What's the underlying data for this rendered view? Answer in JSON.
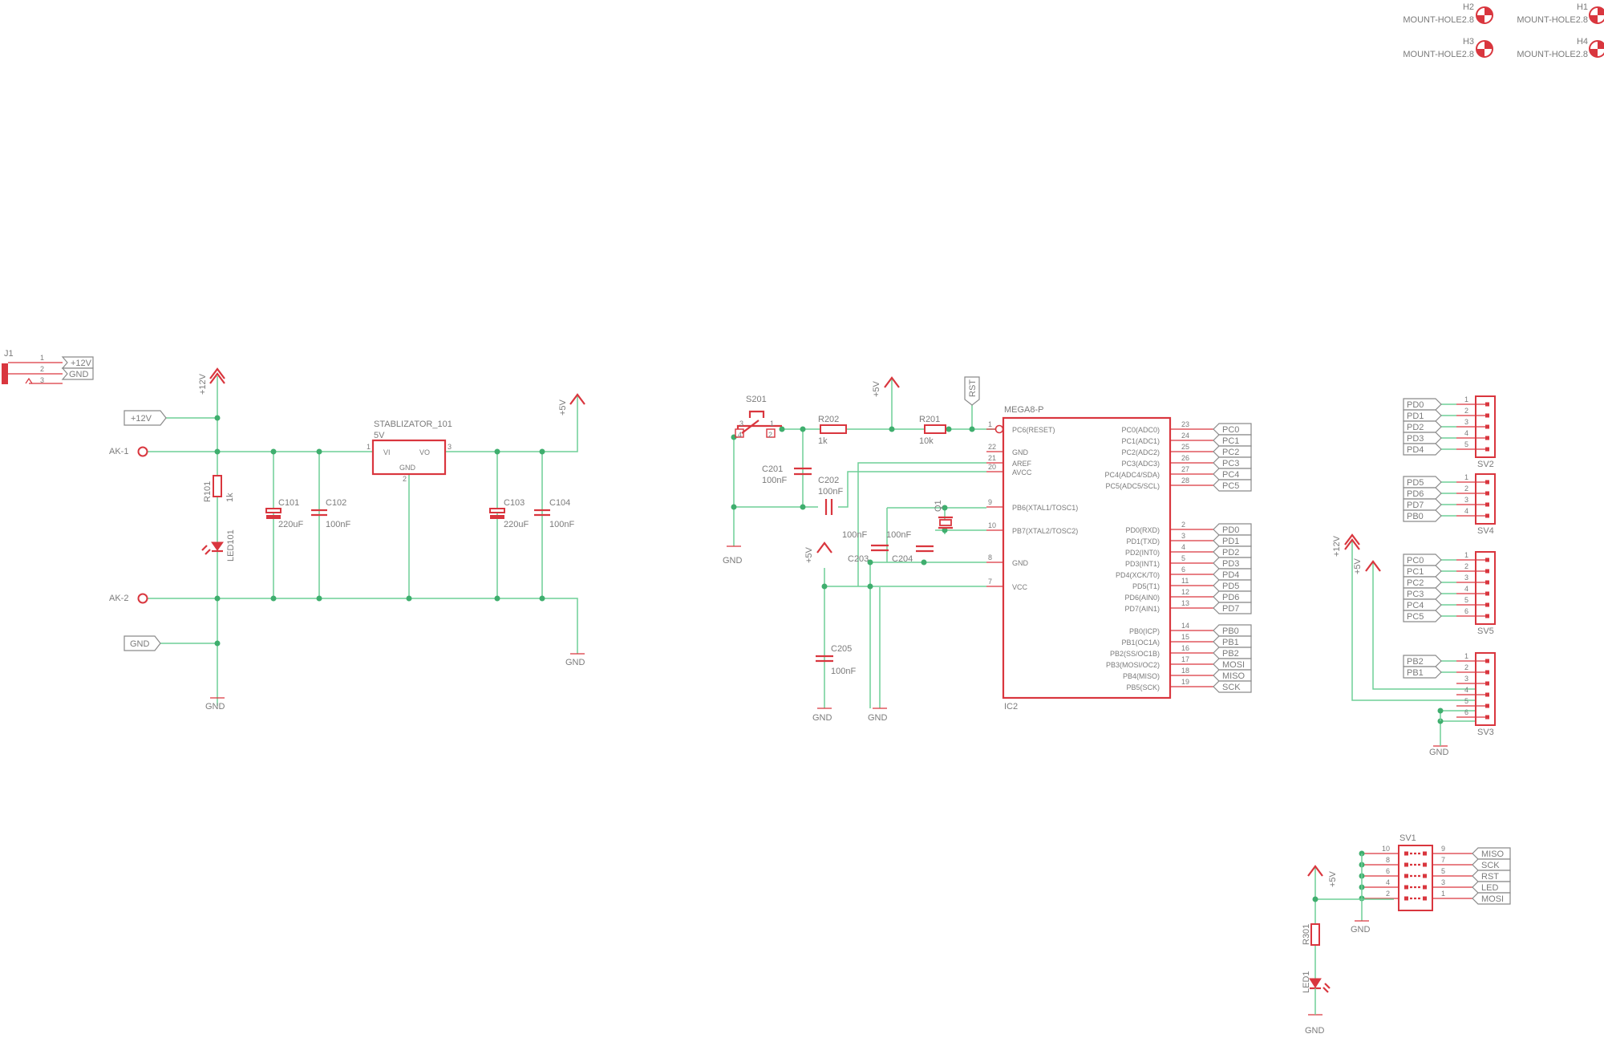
{
  "mount_holes": [
    {
      "ref": "H2",
      "value": "MOUNT-HOLE2.8"
    },
    {
      "ref": "H1",
      "value": "MOUNT-HOLE2.8"
    },
    {
      "ref": "H3",
      "value": "MOUNT-HOLE2.8"
    },
    {
      "ref": "H4",
      "value": "MOUNT-HOLE2.8"
    }
  ],
  "nets": {
    "p12": "+12V",
    "p5": "+5V",
    "gnd": "GND",
    "rst": "RST",
    "ak1": "AK-1",
    "ak2": "AK-2"
  },
  "j1": {
    "ref": "J1",
    "pins": [
      "1",
      "2",
      "3"
    ]
  },
  "power": {
    "r101": {
      "ref": "R101",
      "value": "1k"
    },
    "led101": {
      "ref": "LED101"
    },
    "c101": {
      "ref": "C101",
      "value": "220uF"
    },
    "c102": {
      "ref": "C102",
      "value": "100nF"
    },
    "c103": {
      "ref": "C103",
      "value": "220uF"
    },
    "c104": {
      "ref": "C104",
      "value": "100nF"
    },
    "reg": {
      "ref": "STABLIZATOR_101",
      "value": "5V",
      "vi": "VI",
      "vo": "VO",
      "gnd": "GND",
      "pin1": "1",
      "pin2": "2",
      "pin3": "3"
    }
  },
  "mcu_area": {
    "s201": {
      "ref": "S201",
      "pins": [
        "3",
        "1",
        "4",
        "2"
      ]
    },
    "r202": {
      "ref": "R202",
      "value": "1k"
    },
    "r201": {
      "ref": "R201",
      "value": "10k"
    },
    "c201": {
      "ref": "C201",
      "value": "100nF"
    },
    "c202": {
      "ref": "C202",
      "value": "100nF"
    },
    "c203": {
      "ref": "C203",
      "value": "100nF"
    },
    "c204": {
      "ref": "C204",
      "value": "100nF"
    },
    "c205": {
      "ref": "C205",
      "value": "100nF"
    },
    "q1": {
      "ref": "Q1"
    }
  },
  "ic2": {
    "ref": "IC2",
    "value": "MEGA8-P",
    "left_pins": [
      {
        "num": "1",
        "name": "PC6(RESET)"
      },
      {
        "num": "22",
        "name": "GND"
      },
      {
        "num": "21",
        "name": "AREF"
      },
      {
        "num": "20",
        "name": "AVCC"
      },
      {
        "num": "9",
        "name": "PB6(XTAL1/TOSC1)"
      },
      {
        "num": "10",
        "name": "PB7(XTAL2/TOSC2)"
      },
      {
        "num": "8",
        "name": "GND"
      },
      {
        "num": "7",
        "name": "VCC"
      }
    ],
    "right_pins": [
      {
        "num": "23",
        "name": "PC0(ADC0)",
        "net": "PC0"
      },
      {
        "num": "24",
        "name": "PC1(ADC1)",
        "net": "PC1"
      },
      {
        "num": "25",
        "name": "PC2(ADC2)",
        "net": "PC2"
      },
      {
        "num": "26",
        "name": "PC3(ADC3)",
        "net": "PC3"
      },
      {
        "num": "27",
        "name": "PC4(ADC4/SDA)",
        "net": "PC4"
      },
      {
        "num": "28",
        "name": "PC5(ADC5/SCL)",
        "net": "PC5"
      },
      {
        "num": "2",
        "name": "PD0(RXD)",
        "net": "PD0"
      },
      {
        "num": "3",
        "name": "PD1(TXD)",
        "net": "PD1"
      },
      {
        "num": "4",
        "name": "PD2(INT0)",
        "net": "PD2"
      },
      {
        "num": "5",
        "name": "PD3(INT1)",
        "net": "PD3"
      },
      {
        "num": "6",
        "name": "PD4(XCK/T0)",
        "net": "PD4"
      },
      {
        "num": "11",
        "name": "PD5(T1)",
        "net": "PD5"
      },
      {
        "num": "12",
        "name": "PD6(AIN0)",
        "net": "PD6"
      },
      {
        "num": "13",
        "name": "PD7(AIN1)",
        "net": "PD7"
      },
      {
        "num": "14",
        "name": "PB0(ICP)",
        "net": "PB0"
      },
      {
        "num": "15",
        "name": "PB1(OC1A)",
        "net": "PB1"
      },
      {
        "num": "16",
        "name": "PB2(SS/OC1B)",
        "net": "PB2"
      },
      {
        "num": "17",
        "name": "PB3(MOSI/OC2)",
        "net": "MOSI"
      },
      {
        "num": "18",
        "name": "PB4(MISO)",
        "net": "MISO"
      },
      {
        "num": "19",
        "name": "PB5(SCK)",
        "net": "SCK"
      }
    ]
  },
  "headers": [
    {
      "ref": "SV2",
      "nets": [
        "PD0",
        "PD1",
        "PD2",
        "PD3",
        "PD4"
      ]
    },
    {
      "ref": "SV4",
      "nets": [
        "PD5",
        "PD6",
        "PD7",
        "PB0"
      ]
    },
    {
      "ref": "SV5",
      "nets": [
        "PC0",
        "PC1",
        "PC2",
        "PC3",
        "PC4",
        "PC5"
      ]
    },
    {
      "ref": "SV3",
      "nets": [
        "PB2",
        "PB1",
        "",
        "",
        "",
        ""
      ]
    }
  ],
  "isp": {
    "ref": "SV1",
    "rows": [
      {
        "left": "10",
        "right": "9",
        "net": "MISO"
      },
      {
        "left": "8",
        "right": "7",
        "net": "SCK"
      },
      {
        "left": "6",
        "right": "5",
        "net": "RST"
      },
      {
        "left": "4",
        "right": "3",
        "net": "LED"
      },
      {
        "left": "2",
        "right": "1",
        "net": "MOSI"
      }
    ],
    "r301": {
      "ref": "R301"
    },
    "led1": {
      "ref": "LED1"
    }
  }
}
